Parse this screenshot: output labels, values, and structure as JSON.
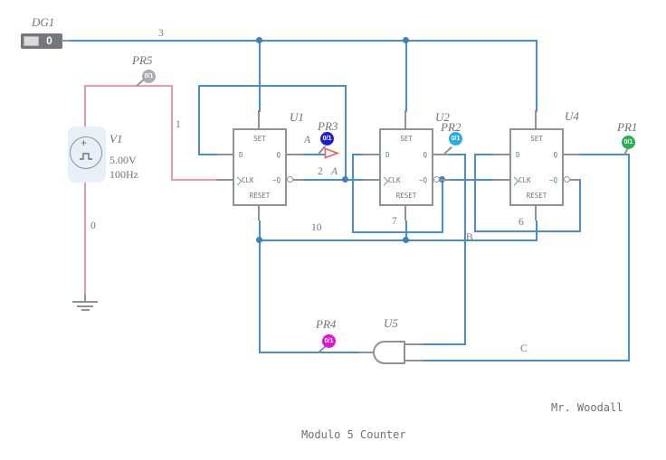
{
  "title_block": {
    "author": "Mr. Woodall",
    "title": "Modulo 5 Counter"
  },
  "components": {
    "dg1": {
      "label": "DG1",
      "value": "0"
    },
    "v1": {
      "label": "V1",
      "voltage": "5.00V",
      "frequency": "100Hz"
    },
    "u1": {
      "label": "U1"
    },
    "u2": {
      "label": "U2"
    },
    "u4": {
      "label": "U4"
    },
    "u5": {
      "label": "U5"
    },
    "ff_pins": {
      "set": "SET",
      "d": "D",
      "q": "Q",
      "clk": "CLK",
      "qn": "~Q",
      "reset": "RESET"
    }
  },
  "probes": {
    "pr1": {
      "label": "PR1",
      "value": "0/1",
      "color": "#28b150"
    },
    "pr2": {
      "label": "PR2",
      "value": "0/1",
      "color": "#29ade2"
    },
    "pr3": {
      "label": "PR3",
      "value": "0/1",
      "color": "#1f1fd0"
    },
    "pr4": {
      "label": "PR4",
      "value": "0/1",
      "color": "#e214d2"
    },
    "pr5": {
      "label": "PR5",
      "value": "0/1",
      "color": "#a9abae"
    }
  },
  "net_labels": {
    "n0": "0",
    "n1": "1",
    "n2": "2",
    "n3": "3",
    "n6": "6",
    "n7": "7",
    "n10": "10",
    "a": "A",
    "b": "B",
    "c": "C"
  },
  "colors": {
    "wire_signal": "#4a8fc6",
    "wire_clock": "#e89aa6",
    "component_outline": "#8f9296",
    "probe_arrow": "#e0635c"
  }
}
